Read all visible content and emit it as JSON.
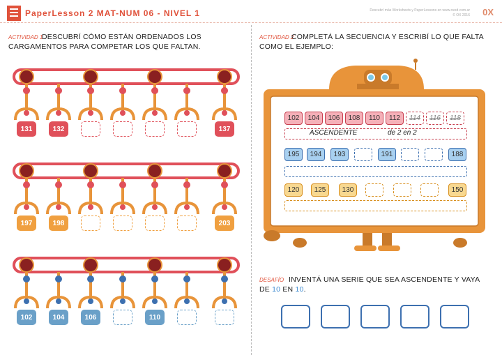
{
  "header": {
    "title": "PaperLesson 2 MAT-NUM 06 - NIVEL 1",
    "credit_line1": "Descubrí más Worksheets y PaperLessons en www.oxed.com.ar",
    "credit_line2": "© OX 2016",
    "brand": "0X"
  },
  "activity1": {
    "label": "ACTIVIDAD 1",
    "line1": "DESCUBRÍ CÓMO ESTÁN ORDENADOS LOS",
    "line2": "CARGAMENTOS PARA COMPETAR LOS QUE FALTAN.",
    "rows": [
      {
        "color": "red",
        "values": [
          "131",
          "132",
          "",
          "",
          "",
          "",
          "137"
        ]
      },
      {
        "color": "or",
        "values": [
          "197",
          "198",
          "",
          "",
          "",
          "",
          "203"
        ]
      },
      {
        "color": "bl",
        "values": [
          "102",
          "104",
          "106",
          "",
          "110",
          "",
          ""
        ]
      }
    ]
  },
  "activity2": {
    "label": "ACTIVIDAD 2",
    "line1": "COMPLETÁ LA SECUENCIA Y ESCRIBÍ LO QUE FALTA",
    "line2": "COMO EL EJEMPLO:",
    "seq1": [
      "102",
      "104",
      "106",
      "108",
      "110",
      "112",
      "114",
      "116",
      "118"
    ],
    "seq1_answer": "ASCENDENTE",
    "seq1_rule": "de 2 en 2",
    "seq2": [
      "195",
      "194",
      "193",
      "",
      "191",
      "",
      "",
      "188"
    ],
    "seq3": [
      "120",
      "125",
      "130",
      "",
      "",
      "",
      "150"
    ]
  },
  "challenge": {
    "label": "DESAFÍO",
    "line1": "INVENTÁ UNA SERIE QUE SEA ASCENDENTE Y VAYA",
    "line2_pre": "DE",
    "line2_a": "10",
    "line2_mid": "EN",
    "line2_b": "10",
    "line2_end": "."
  }
}
